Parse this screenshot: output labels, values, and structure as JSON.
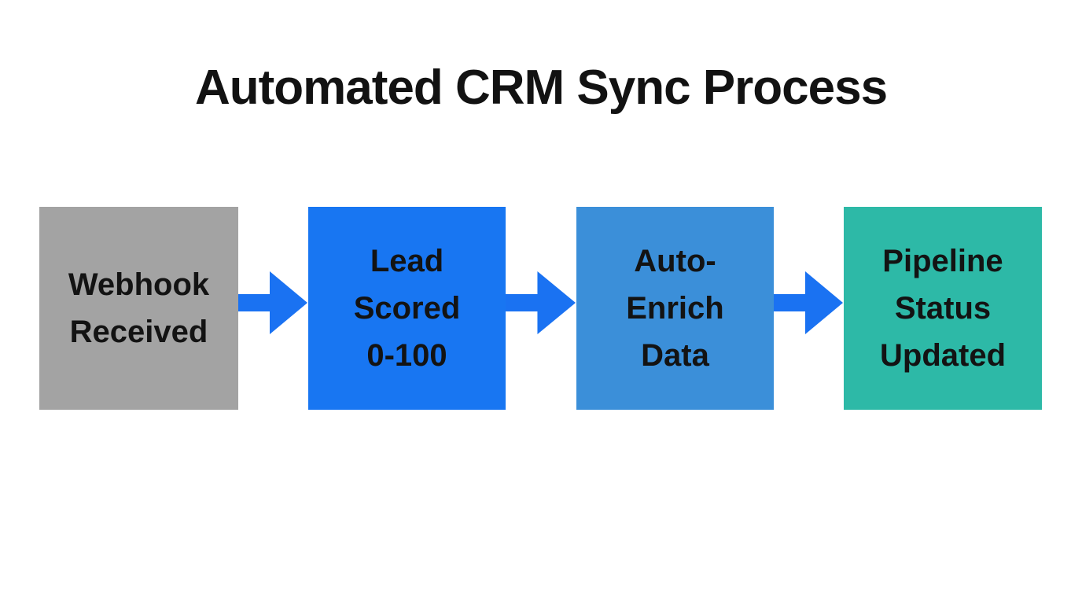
{
  "title": "Automated CRM Sync Process",
  "flow": {
    "arrow_color": "#1a72f2",
    "steps": [
      {
        "name": "webhook-received",
        "color": "#a3a3a3",
        "lines": [
          "Webhook",
          "Received"
        ]
      },
      {
        "name": "lead-scored",
        "color": "#1876f2",
        "lines": [
          "Lead",
          "Scored",
          "0-100"
        ]
      },
      {
        "name": "auto-enrich",
        "color": "#3b8fd9",
        "lines": [
          "Auto-",
          "Enrich",
          "Data"
        ]
      },
      {
        "name": "pipeline-updated",
        "color": "#2db9a7",
        "lines": [
          "Pipeline",
          "Status",
          "Updated"
        ]
      }
    ]
  }
}
